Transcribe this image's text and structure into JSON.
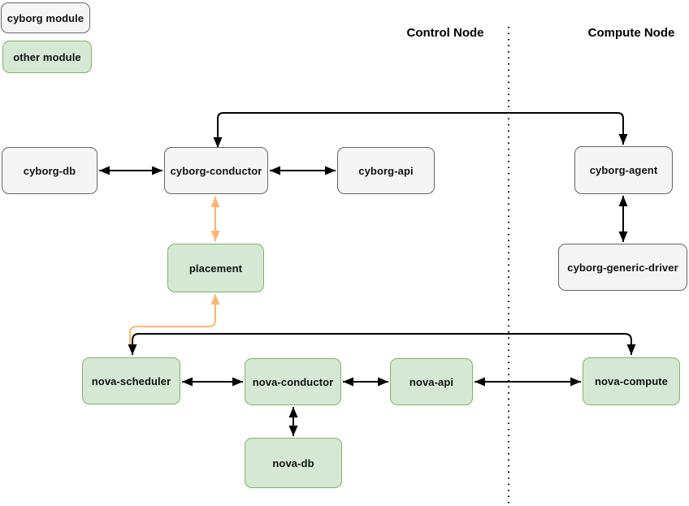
{
  "legend": {
    "items": [
      {
        "id": "cyborg-module",
        "label": "cyborg module",
        "type": "cyborg"
      },
      {
        "id": "other-module",
        "label": "other module",
        "type": "other"
      }
    ]
  },
  "headers": {
    "control": "Control Node",
    "compute": "Compute Node"
  },
  "nodes": {
    "cyborg_db": {
      "label": "cyborg-db",
      "type": "cyborg"
    },
    "cyborg_conductor": {
      "label": "cyborg-conductor",
      "type": "cyborg"
    },
    "cyborg_api": {
      "label": "cyborg-api",
      "type": "cyborg"
    },
    "cyborg_agent": {
      "label": "cyborg-agent",
      "type": "cyborg"
    },
    "cyborg_generic_driver": {
      "label": "cyborg-generic-driver",
      "type": "cyborg"
    },
    "placement": {
      "label": "placement",
      "type": "other"
    },
    "nova_scheduler": {
      "label": "nova-scheduler",
      "type": "other"
    },
    "nova_conductor": {
      "label": "nova-conductor",
      "type": "other"
    },
    "nova_api": {
      "label": "nova-api",
      "type": "other"
    },
    "nova_compute": {
      "label": "nova-compute",
      "type": "other"
    },
    "nova_db": {
      "label": "nova-db",
      "type": "other"
    }
  },
  "edges": [
    {
      "from": "cyborg-db",
      "to": "cyborg-conductor",
      "direction": "both",
      "color": "black"
    },
    {
      "from": "cyborg-conductor",
      "to": "cyborg-api",
      "direction": "both",
      "color": "black"
    },
    {
      "from": "cyborg-conductor",
      "to": "cyborg-agent",
      "direction": "both",
      "color": "black",
      "route": "over-top"
    },
    {
      "from": "cyborg-agent",
      "to": "cyborg-generic-driver",
      "direction": "both",
      "color": "black"
    },
    {
      "from": "cyborg-conductor",
      "to": "placement",
      "direction": "both",
      "color": "orange"
    },
    {
      "from": "nova-scheduler",
      "to": "placement",
      "direction": "to",
      "color": "orange"
    },
    {
      "from": "nova-scheduler",
      "to": "nova-compute",
      "direction": "both",
      "color": "black",
      "route": "over-top"
    },
    {
      "from": "nova-scheduler",
      "to": "nova-conductor",
      "direction": "both",
      "color": "black"
    },
    {
      "from": "nova-conductor",
      "to": "nova-api",
      "direction": "both",
      "color": "black"
    },
    {
      "from": "nova-api",
      "to": "nova-compute",
      "direction": "both",
      "color": "black"
    },
    {
      "from": "nova-conductor",
      "to": "nova-db",
      "direction": "both",
      "color": "black"
    }
  ],
  "colors": {
    "cyborg_fill": "#f5f5f5",
    "cyborg_border": "#666666",
    "other_fill": "#d5e8d4",
    "other_border": "#82b366",
    "arrow_black": "#000000",
    "arrow_orange": "#ffb570"
  }
}
